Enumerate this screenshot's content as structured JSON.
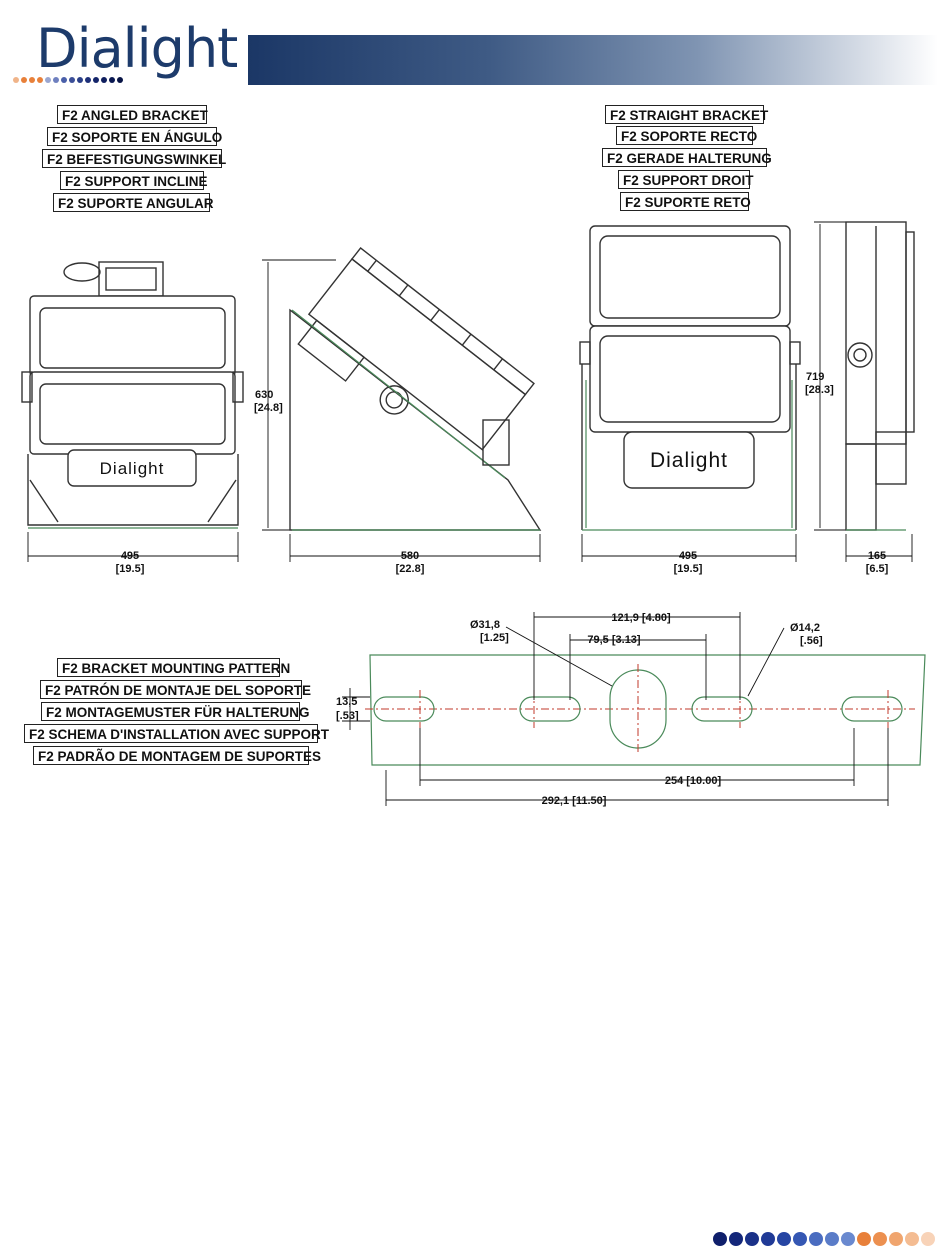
{
  "header": {
    "brand": "Dialight"
  },
  "angled": {
    "labels": [
      "F2 ANGLED BRACKET",
      "F2 SOPORTE EN ÁNGULO",
      "F2 BEFESTIGUNGSWINKEL",
      "F2 SUPPORT INCLINE",
      "F2 SUPORTE ANGULAR"
    ],
    "fixture_brand": "Dialight",
    "dim_width_mm": "495",
    "dim_width_in": "[19.5]",
    "dim_height_mm": "630",
    "dim_height_in": "[24.8]",
    "dim_depth_mm": "580",
    "dim_depth_in": "[22.8]"
  },
  "straight": {
    "labels": [
      "F2 STRAIGHT BRACKET",
      "F2 SOPORTE RECTO",
      "F2 GERADE HALTERUNG",
      "F2 SUPPORT DROIT",
      "F2 SUPORTE RETO"
    ],
    "fixture_brand": "Dialight",
    "dim_width_mm": "495",
    "dim_width_in": "[19.5]",
    "dim_height_mm": "719",
    "dim_height_in": "[28.3]",
    "dim_depth_mm": "165",
    "dim_depth_in": "[6.5]"
  },
  "pattern": {
    "labels": [
      "F2 BRACKET MOUNTING PATTERN",
      "F2 PATRÓN DE MONTAJE DEL SOPORTE",
      "F2 MONTAGEMUSTER FÜR HALTERUNG",
      "F2 SCHEMA D'INSTALLATION AVEC SUPPORT",
      "F2 PADRÃO DE MONTAGEM DE SUPORTES"
    ],
    "dia_large_mm": "Ø31,8",
    "dia_large_in": "[1.25]",
    "dia_small_mm": "Ø14,2",
    "dia_small_in": "[.56]",
    "dim_121": "121,9  [4.80]",
    "dim_79": "79,5  [3.13]",
    "dim_13_mm": "13,5",
    "dim_13_in": "[.53]",
    "dim_254": "254  [10.00]",
    "dim_292": "292,1  [11.50]"
  },
  "colors": {
    "brand_navy": "#1d3b6b",
    "brand_orange": "#e8803a",
    "outline_green": "#4a8a5a",
    "centerline_red": "#c0392b"
  }
}
